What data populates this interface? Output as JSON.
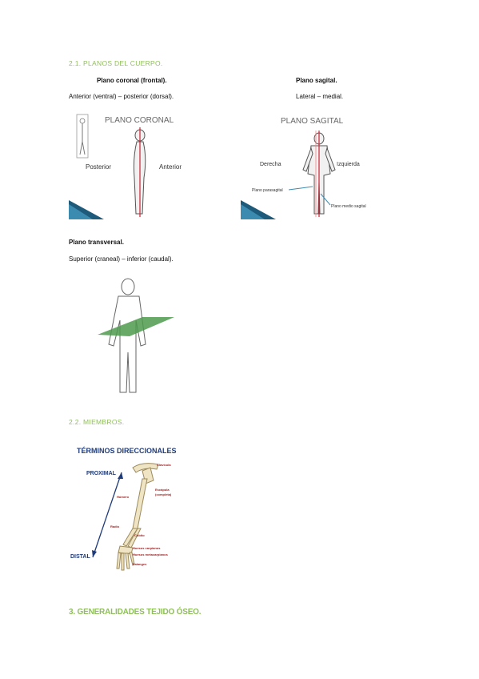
{
  "sections": {
    "planes_heading": "2.1. PLANOS DEL CUERPO.",
    "members_heading": "2.2. MIEMBROS.",
    "bone_heading": "3. GENERALIDADES TEJIDO ÓSEO."
  },
  "coronal": {
    "title": "Plano coronal (frontal).",
    "desc": "Anterior (ventral) – posterior (dorsal).",
    "img_title": "PLANO CORONAL",
    "label_left": "Posterior",
    "label_right": "Anterior"
  },
  "sagittal": {
    "title": "Plano sagital.",
    "desc": "Lateral – medial.",
    "img_title": "PLANO SAGITAL",
    "label_left": "Derecha",
    "label_right": "Izquierda",
    "label_para": "Plano parasagital",
    "label_medio": "Plano medio sagital"
  },
  "transversal": {
    "title": "Plano transversal.",
    "desc": "Superior (craneal) – inferior (caudal)."
  },
  "directional": {
    "title": "TÉRMINOS DIRECCIONALES",
    "proximal": "PROXIMAL",
    "distal": "DISTAL",
    "bones": [
      "Clavícula",
      "Escápula",
      "(completa)",
      "Húmero",
      "Radio",
      "Cúbito",
      "Huesos carpianos",
      "Huesos metacarpianos",
      "Falanges"
    ]
  },
  "colors": {
    "accent_green": "#8fbf5a",
    "bone_red": "#9b1c1c",
    "arrow_blue": "#1f3b7a"
  }
}
